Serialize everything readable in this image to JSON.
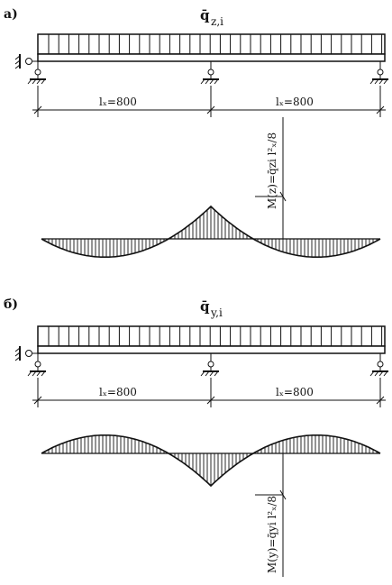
{
  "diagrams": [
    {
      "panel_label": "а)",
      "load_symbol": "q̄",
      "load_subscript": "z,i",
      "span_left": "lₓ=800",
      "span_right": "lₓ=800",
      "moment_label": "M(z)=q̄zi l²ₓ/8",
      "moment_lobes": "M-M+M (hogging peak up at middle support)"
    },
    {
      "panel_label": "б)",
      "load_symbol": "q̄",
      "load_subscript": "y,i",
      "span_left": "lₓ=800",
      "span_right": "lₓ=800",
      "moment_label": "M(y)=q̄yi l²ₓ/8",
      "moment_lobes": "spans up, middle support down"
    }
  ],
  "colors": {
    "ink": "#111111",
    "background": "#ffffff"
  }
}
